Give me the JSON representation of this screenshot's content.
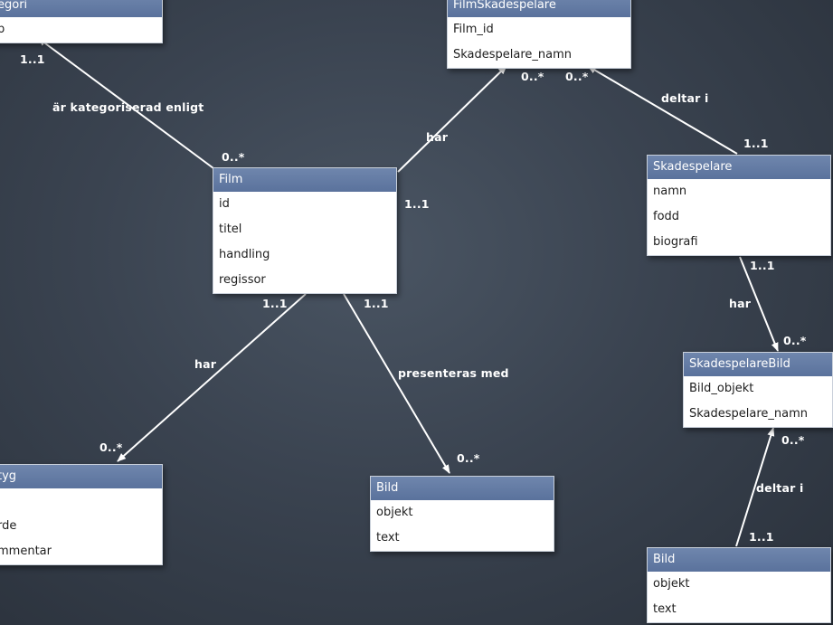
{
  "entities": {
    "kategori": {
      "name": "egori",
      "attributes": [
        "p"
      ]
    },
    "filmskadespelare": {
      "name": "FilmSkadespelare",
      "attributes": [
        "Film_id",
        "Skadespelare_namn"
      ]
    },
    "film": {
      "name": "Film",
      "attributes": [
        "id",
        "titel",
        "handling",
        "regissor"
      ]
    },
    "skadespelare": {
      "name": "Skadespelare",
      "attributes": [
        "namn",
        "fodd",
        "biografi"
      ]
    },
    "skadespelarebild": {
      "name": "SkadespelareBild",
      "attributes": [
        "Bild_objekt",
        "Skadespelare_namn"
      ]
    },
    "betyg": {
      "name": "tyg",
      "attributes": [
        "",
        "rde",
        "mmentar"
      ]
    },
    "bild_film": {
      "name": "Bild",
      "attributes": [
        "objekt",
        "text"
      ]
    },
    "bild_skad": {
      "name": "Bild",
      "attributes": [
        "objekt",
        "text"
      ]
    }
  },
  "relations": {
    "film_kategori": {
      "label": "är kategoriserad enligt",
      "source_mult": "0..*",
      "target_mult": "1..1"
    },
    "film_filmskad": {
      "label": "har",
      "source_mult": "1..1",
      "target_mult": "0..*"
    },
    "skad_filmskad": {
      "label": "deltar i",
      "source_mult": "1..1",
      "target_mult": "0..*"
    },
    "skad_skadbild": {
      "label": "har",
      "source_mult": "1..1",
      "target_mult": "0..*"
    },
    "film_betyg": {
      "label": "har",
      "source_mult": "1..1",
      "target_mult": "0..*"
    },
    "film_bild": {
      "label": "presenteras med",
      "source_mult": "1..1",
      "target_mult": "0..*"
    },
    "bild_skadbild": {
      "label": "deltar i",
      "source_mult": "1..1",
      "target_mult": "0..*"
    }
  }
}
